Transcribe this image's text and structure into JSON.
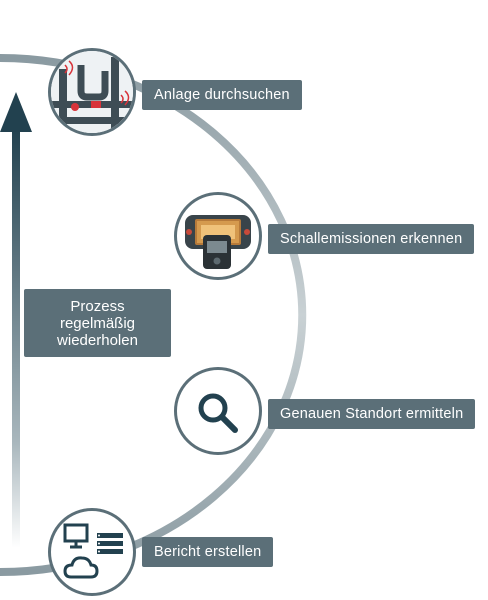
{
  "colors": {
    "box": "#5b6f78",
    "arrow_dark": "#22414f",
    "ring": "#5b6f78",
    "accent_red": "#d8333a"
  },
  "steps": [
    {
      "label": "Anlage durchsuchen",
      "icon": "pipes-icon"
    },
    {
      "label": "Schallemissionen erkennen",
      "icon": "detector-device-icon"
    },
    {
      "label": "Genauen Standort ermitteln",
      "icon": "magnifier-icon"
    },
    {
      "label": "Bericht erstellen",
      "icon": "monitor-server-cloud-icon"
    }
  ],
  "loop": {
    "lines": [
      "Prozess",
      "regelmäßig",
      "wiederholen"
    ]
  }
}
